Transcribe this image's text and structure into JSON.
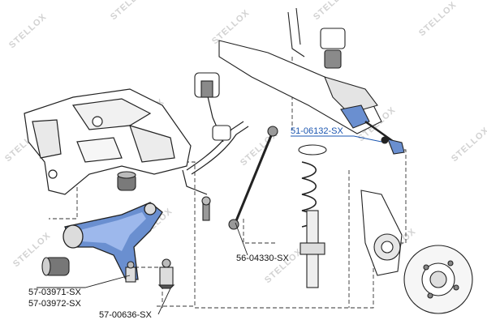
{
  "watermark": {
    "text": "STELLOX"
  },
  "colors": {
    "accent_blue": "#6a8fd0",
    "highlight_blue": "#9db8ec",
    "label_link": "#1a55b0",
    "line": "#222222"
  },
  "parts": [
    {
      "number": "51-06132-SX",
      "highlighted": true
    },
    {
      "number": "56-04330-SX",
      "highlighted": false
    },
    {
      "number": "57-03971-SX",
      "highlighted": false
    },
    {
      "number": "57-03972-SX",
      "highlighted": false
    },
    {
      "number": "57-00636-SX",
      "highlighted": false
    }
  ]
}
